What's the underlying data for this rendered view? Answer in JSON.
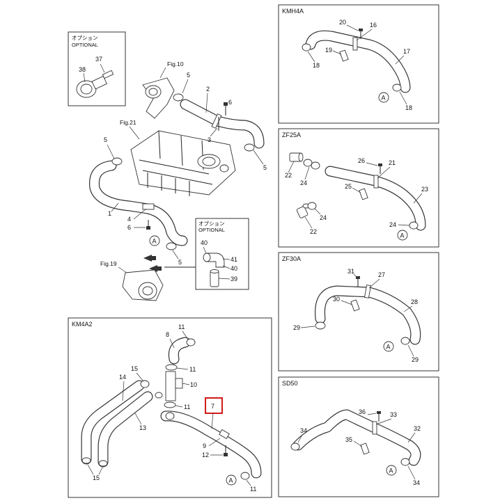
{
  "diagram": {
    "options": {
      "option_jp": "オプション",
      "option_en": "OPTIONAL"
    },
    "figs": {
      "fig10": "Fig.10",
      "fig21": "Fig.21",
      "fig19": "Fig.19"
    },
    "panels": {
      "kmh4a": "KMH4A",
      "zf25a": "ZF25A",
      "zf30a": "ZF30A",
      "km4a2": "KM4A2",
      "sd50": "SD50"
    },
    "callout_a": "A",
    "highlight": {
      "part": "7",
      "color": "#d11a1a"
    },
    "parts": {
      "p1": "1",
      "p2": "2",
      "p3": "3",
      "p4": "4",
      "p5": "5",
      "p6": "6",
      "p7": "7",
      "p8": "8",
      "p9": "9",
      "p10": "10",
      "p11": "11",
      "p12": "12",
      "p13": "13",
      "p14": "14",
      "p15": "15",
      "p16": "16",
      "p17": "17",
      "p18": "18",
      "p19": "19",
      "p20": "20",
      "p21": "21",
      "p22": "22",
      "p23": "23",
      "p24": "24",
      "p25": "25",
      "p26": "26",
      "p27": "27",
      "p28": "28",
      "p29": "29",
      "p30": "30",
      "p31": "31",
      "p32": "32",
      "p33": "33",
      "p34": "34",
      "p35": "35",
      "p36": "36",
      "p37": "37",
      "p38": "38",
      "p39": "39",
      "p40": "40",
      "p41": "41"
    }
  }
}
